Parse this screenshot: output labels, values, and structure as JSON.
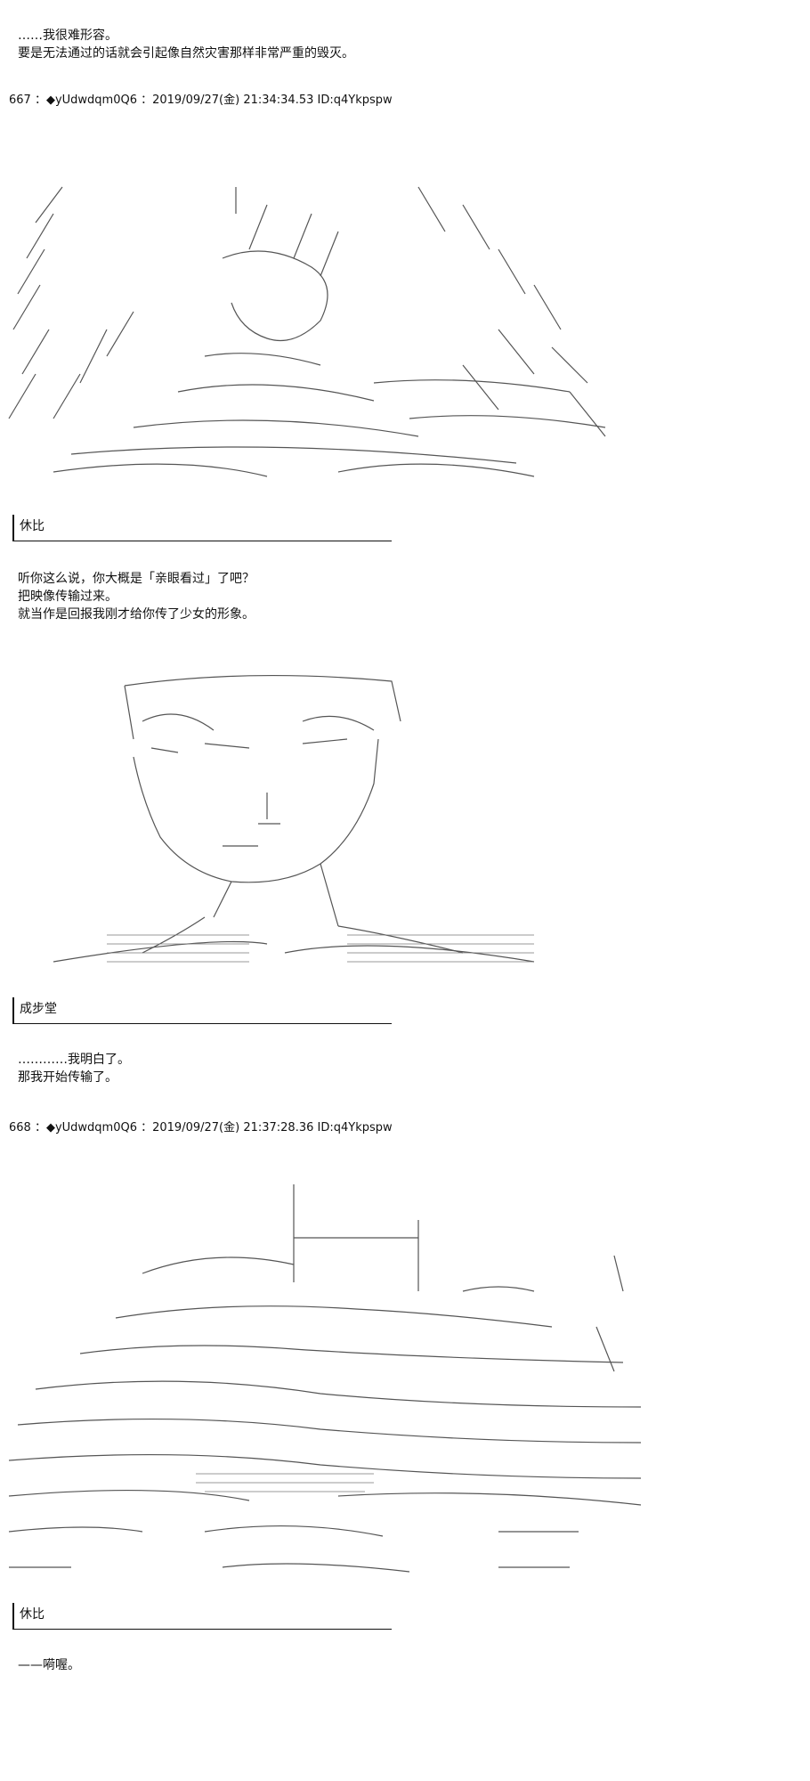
{
  "post_666_tail": {
    "line1": "……我很难形容。",
    "line2": "要是无法通过的话就会引起像自然灾害那样非常严重的毁灭。"
  },
  "post_667": {
    "header": "667 ：◆yUdwdqm0Q6 ：2019/09/27(金) 21:34:34.53 ID:q4Ykpspw",
    "speaker1": "休比",
    "speaker1_lines": [
      "听你这么说，你大概是「亲眼看过」了吧？",
      "把映像传输过来。",
      "就当作是回报我刚才给你传了少女的形象。"
    ],
    "speaker2": "成步堂",
    "speaker2_lines": [
      "…………我明白了。",
      "那我开始传输了。"
    ]
  },
  "post_668": {
    "header": "668 ：◆yUdwdqm0Q6 ：2019/09/27(金) 21:37:28.36 ID:q4Ykpspw",
    "speaker": "休比",
    "line1": "——嗬喔。"
  }
}
